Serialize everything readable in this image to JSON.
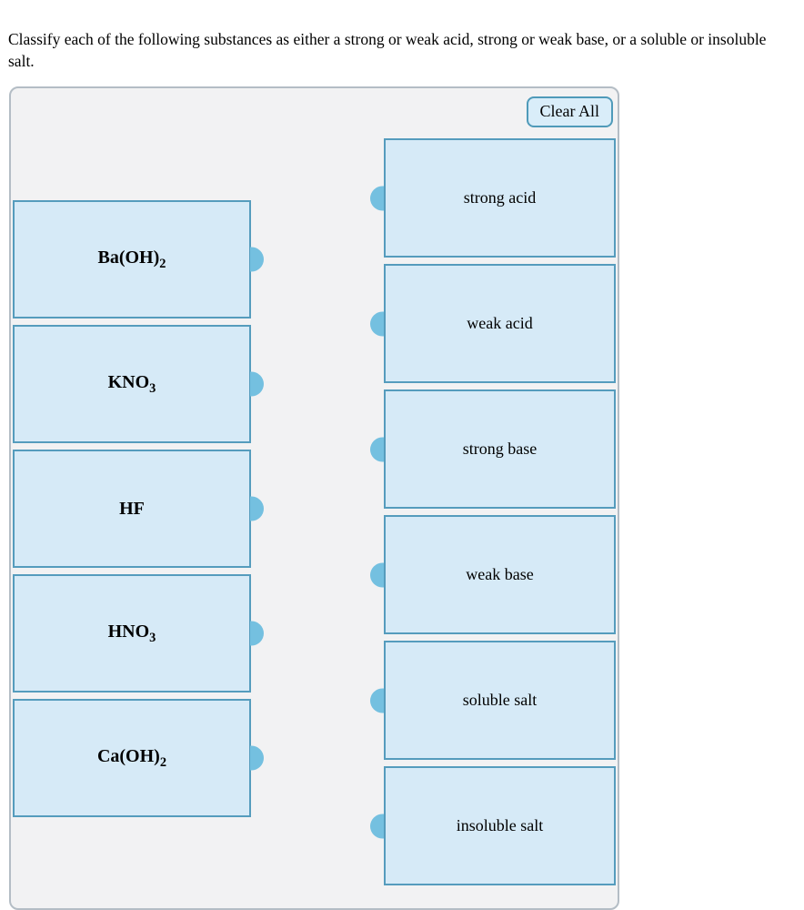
{
  "question": "Classify each of the following substances as either a strong or weak acid, strong or weak base, or a soluble or insoluble salt.",
  "toolbar": {
    "clear_all": "Clear All"
  },
  "items": [
    {
      "base": "Ba(OH)",
      "subscript": "2"
    },
    {
      "base": "KNO",
      "subscript": "3"
    },
    {
      "base": "HF",
      "subscript": ""
    },
    {
      "base": "HNO",
      "subscript": "3"
    },
    {
      "base": "Ca(OH)",
      "subscript": "2"
    }
  ],
  "categories": [
    {
      "label": "strong acid"
    },
    {
      "label": "weak acid"
    },
    {
      "label": "strong base"
    },
    {
      "label": "weak base"
    },
    {
      "label": "soluble salt"
    },
    {
      "label": "insoluble salt"
    }
  ],
  "colors": {
    "box_fill": "#d6eaf7",
    "box_border": "#559cbd",
    "knob": "#74c0e0",
    "panel_bg": "#f2f2f3",
    "panel_border": "#b4bdc5",
    "button_fill": "#d9edf9",
    "button_border": "#4f9ab9"
  }
}
